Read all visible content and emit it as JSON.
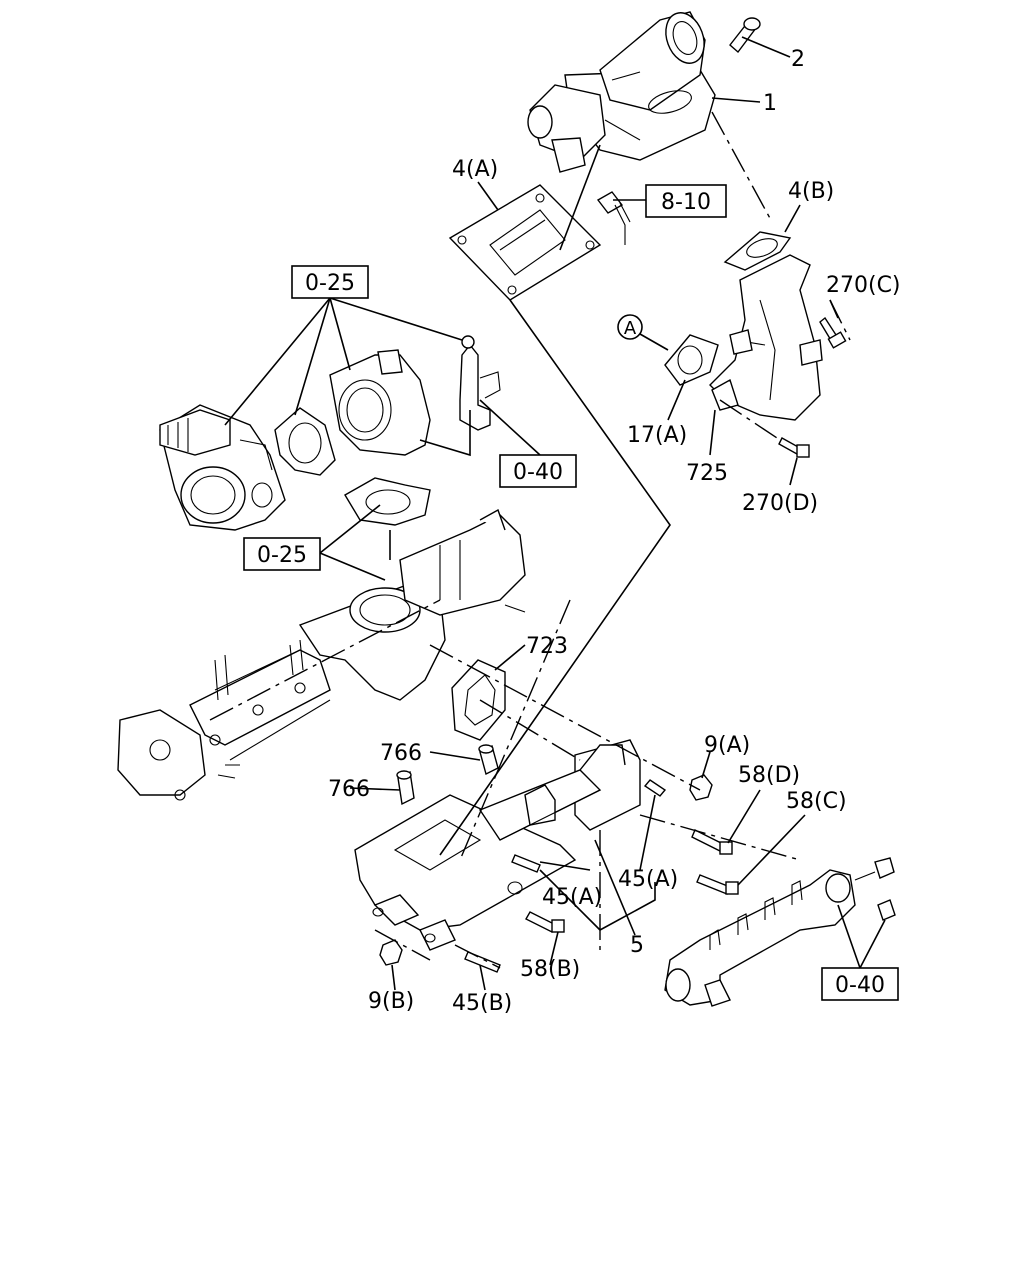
{
  "labels": {
    "p2": "2",
    "p1": "1",
    "p4a": "4(A)",
    "ref810": "8-10",
    "p4b": "4(B)",
    "p270c": "270(C)",
    "circleA": "A",
    "p17a": "17(A)",
    "p725": "725",
    "p270d": "270(D)",
    "ref025a": "0-25",
    "ref040a": "0-40",
    "ref025b": "0-25",
    "p723": "723",
    "p766a": "766",
    "p766b": "766",
    "p9a": "9(A)",
    "p58d": "58(D)",
    "p58c": "58(C)",
    "p45a1": "45(A)",
    "p45a2": "45(A)",
    "p5": "5",
    "p58b": "58(B)",
    "p9b": "9(B)",
    "p45b": "45(B)",
    "ref040b": "0-40"
  }
}
